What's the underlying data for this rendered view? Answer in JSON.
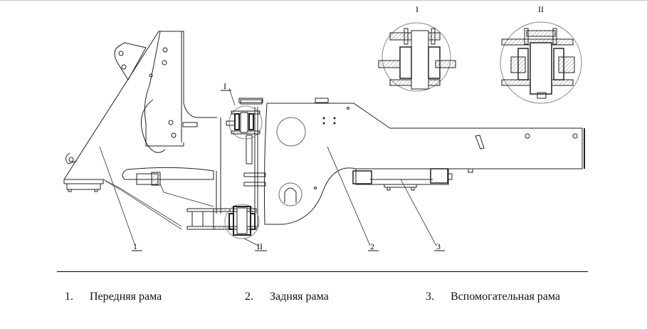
{
  "drawing": {
    "detail_views": [
      {
        "id": "I",
        "label": "I"
      },
      {
        "id": "II",
        "label": "II"
      }
    ],
    "callouts": [
      {
        "label": "1"
      },
      {
        "label": "2"
      },
      {
        "label": "3"
      },
      {
        "label": "I"
      },
      {
        "label": "II"
      }
    ]
  },
  "legend": [
    {
      "number": "1.",
      "text": "Передняя рама"
    },
    {
      "number": "2.",
      "text": "Задняя рама"
    },
    {
      "number": "3.",
      "text": "Вспомогательная рама"
    }
  ]
}
